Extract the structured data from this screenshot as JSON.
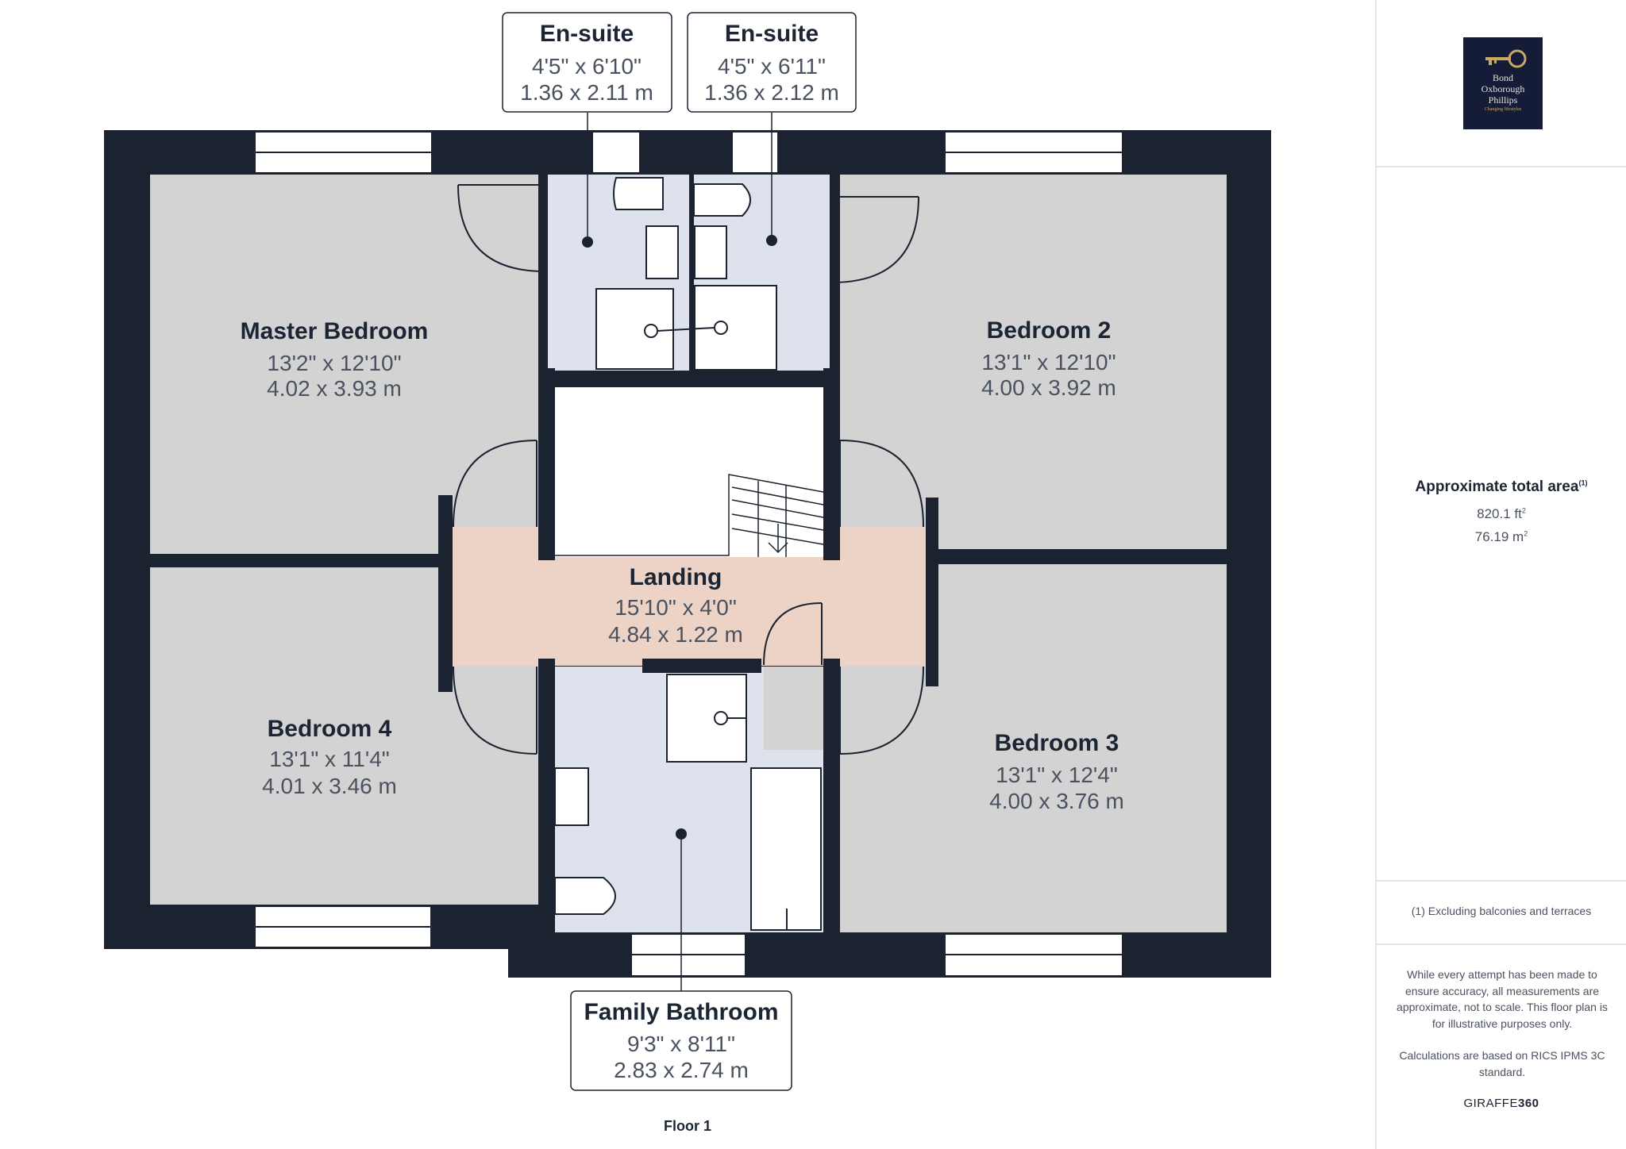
{
  "rooms": [
    {
      "name": "Master Bedroom",
      "imperial": "13'2\" x 12'10\"",
      "metric": "4.02 x 3.93 m"
    },
    {
      "name": "Bedroom 2",
      "imperial": "13'1\" x 12'10\"",
      "metric": "4.00 x 3.92 m"
    },
    {
      "name": "Landing",
      "imperial": "15'10\" x 4'0\"",
      "metric": "4.84 x 1.22 m"
    },
    {
      "name": "Bedroom 4",
      "imperial": "13'1\" x 11'4\"",
      "metric": "4.01 x 3.46 m"
    },
    {
      "name": "Bedroom 3",
      "imperial": "13'1\" x 12'4\"",
      "metric": "4.00 x 3.76 m"
    }
  ],
  "callouts": [
    {
      "name": "En-suite",
      "imperial": "4'5\" x 6'10\"",
      "metric": "1.36 x 2.11 m"
    },
    {
      "name": "En-suite",
      "imperial": "4'5\" x 6'11\"",
      "metric": "1.36 x 2.12 m"
    },
    {
      "name": "Family Bathroom",
      "imperial": "9'3\" x 8'11\"",
      "metric": "2.83 x 2.74 m"
    }
  ],
  "floor_label": "Floor 1",
  "logo": {
    "line1": "Bond",
    "line2": "Oxborough",
    "line3": "Phillips",
    "tagline": "Changing lifestyles"
  },
  "area": {
    "title": "Approximate total area",
    "footnote_mark": "(1)",
    "sqft": "820.1 ft",
    "sqm": "76.19 m",
    "unit_power": "2"
  },
  "note": "(1) Excluding balconies and terraces",
  "disclaimer": "While every attempt has been made to ensure accuracy, all measurements are approximate, not to scale. This floor plan is for illustrative purposes only.",
  "calc_note": "Calculations are based on RICS IPMS 3C standard.",
  "brand": {
    "part1": "GIRAFFE",
    "part2": "360"
  },
  "colors": {
    "wall": "#1b2230",
    "room": "#d3d3d3",
    "landing": "#ecd3c6",
    "wet": "#dde2ec",
    "label": "#1c2533",
    "dim": "#4a5260"
  }
}
